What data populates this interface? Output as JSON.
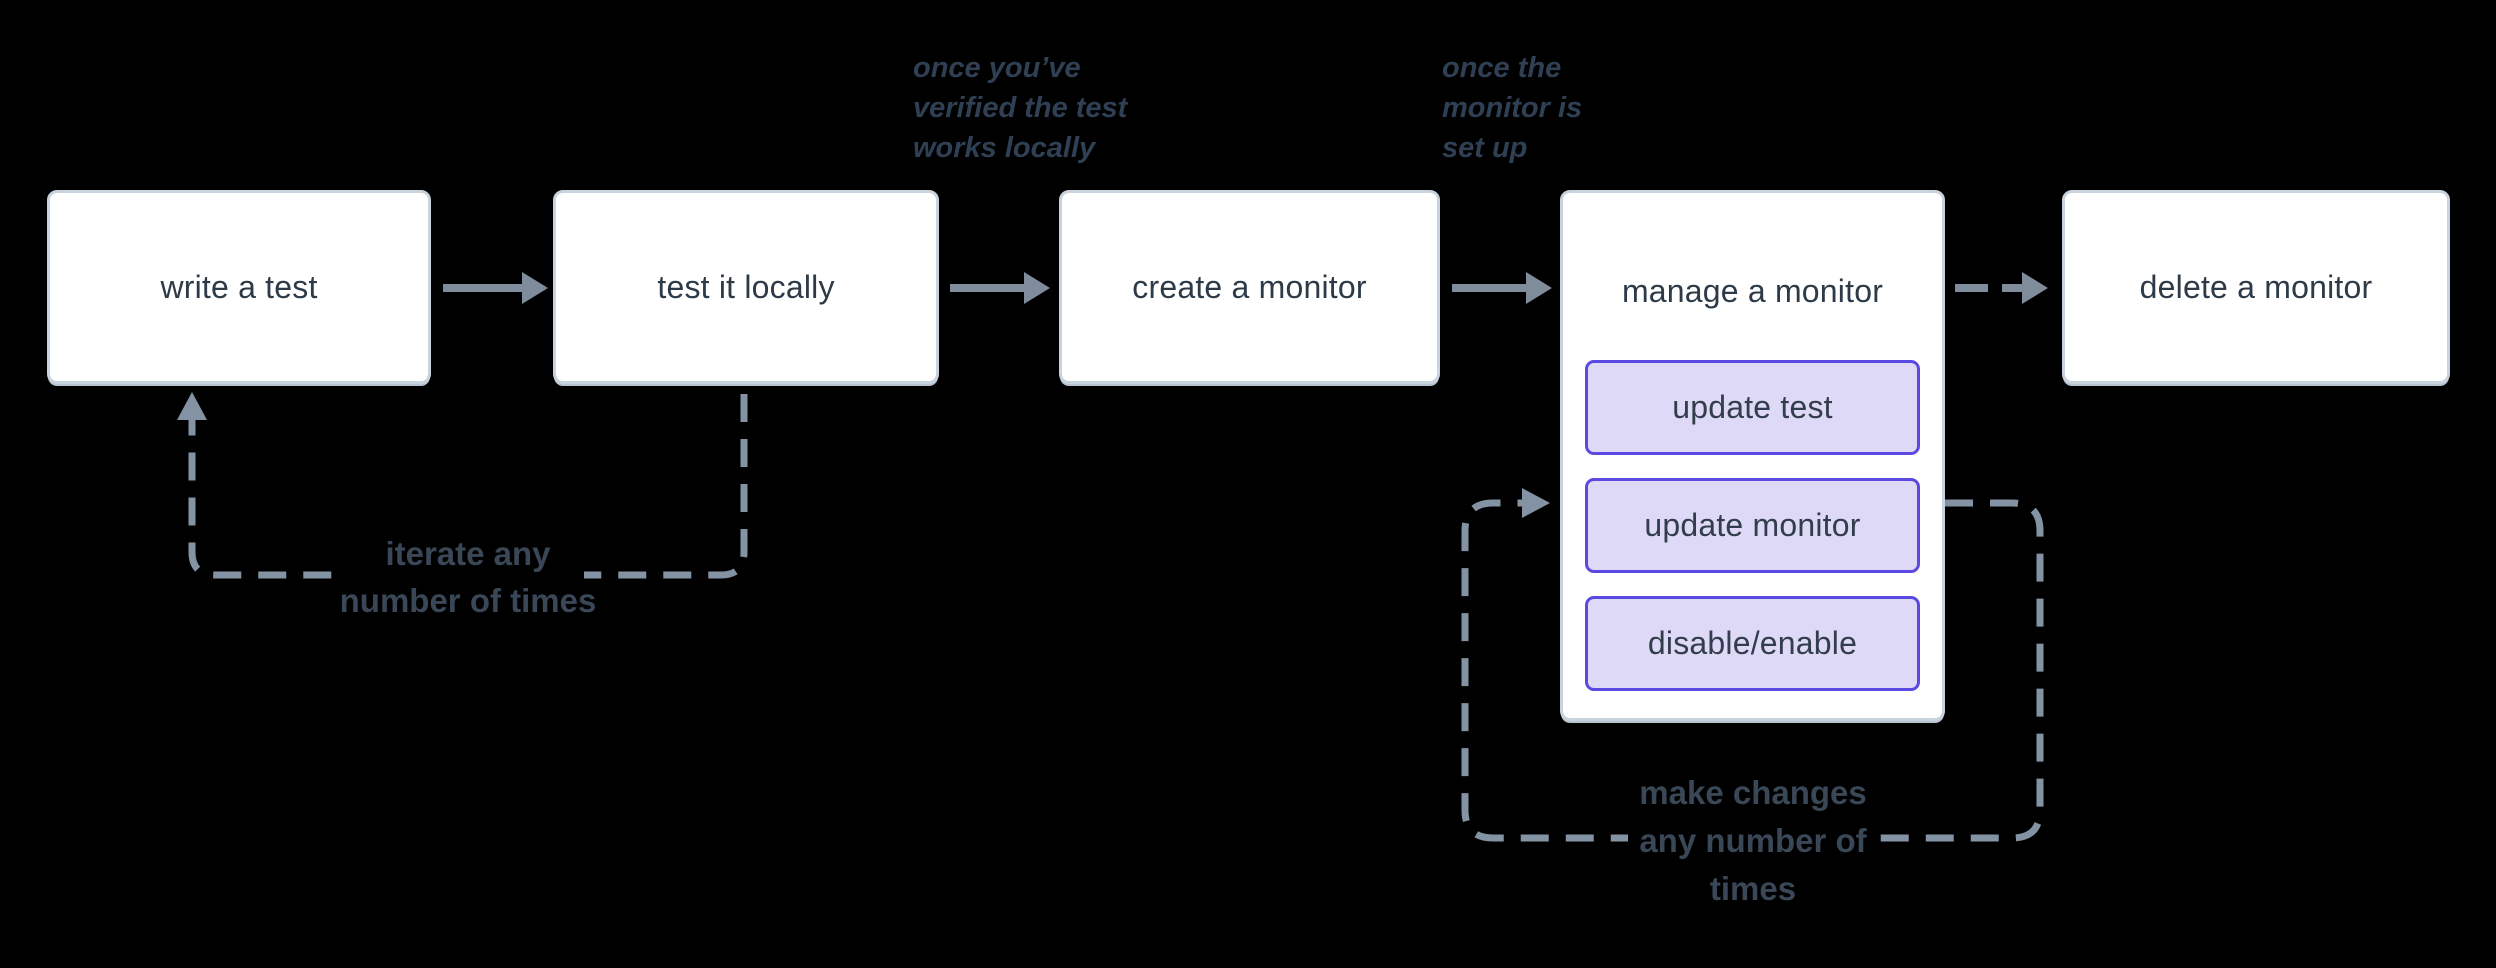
{
  "diagram_title": "monitor lifecycle flowchart",
  "colors": {
    "bg": "#000000",
    "box_fill": "#ffffff",
    "box_border": "#c9d3dd",
    "box_text": "#2d3a48",
    "arrow": "#7e8c9c",
    "dashed": "#8493a3",
    "annotation": "#2f4054",
    "caption": "#3a4757",
    "button_fill": "#ded9f7",
    "button_border": "#5b4ae1",
    "button_text": "#333e4c"
  },
  "nodes": {
    "write": {
      "label": "write a test"
    },
    "test": {
      "label": "test it locally"
    },
    "create": {
      "label": "create a monitor"
    },
    "manage": {
      "label": "manage a monitor"
    },
    "delete": {
      "label": "delete a monitor"
    }
  },
  "manage_buttons": {
    "update_test": {
      "label": "update test"
    },
    "update_monitor": {
      "label": "update monitor"
    },
    "disable_enable": {
      "label": "disable/enable"
    }
  },
  "annotations": {
    "verified": {
      "lines": [
        "once you’ve",
        "verified the test",
        "works locally"
      ]
    },
    "setup": {
      "lines": [
        "once the",
        "monitor is",
        "set up"
      ]
    }
  },
  "captions": {
    "iterate": {
      "lines": [
        "iterate any",
        "number of times"
      ]
    },
    "changes": {
      "lines": [
        "make changes",
        "any number of",
        "times"
      ]
    }
  }
}
